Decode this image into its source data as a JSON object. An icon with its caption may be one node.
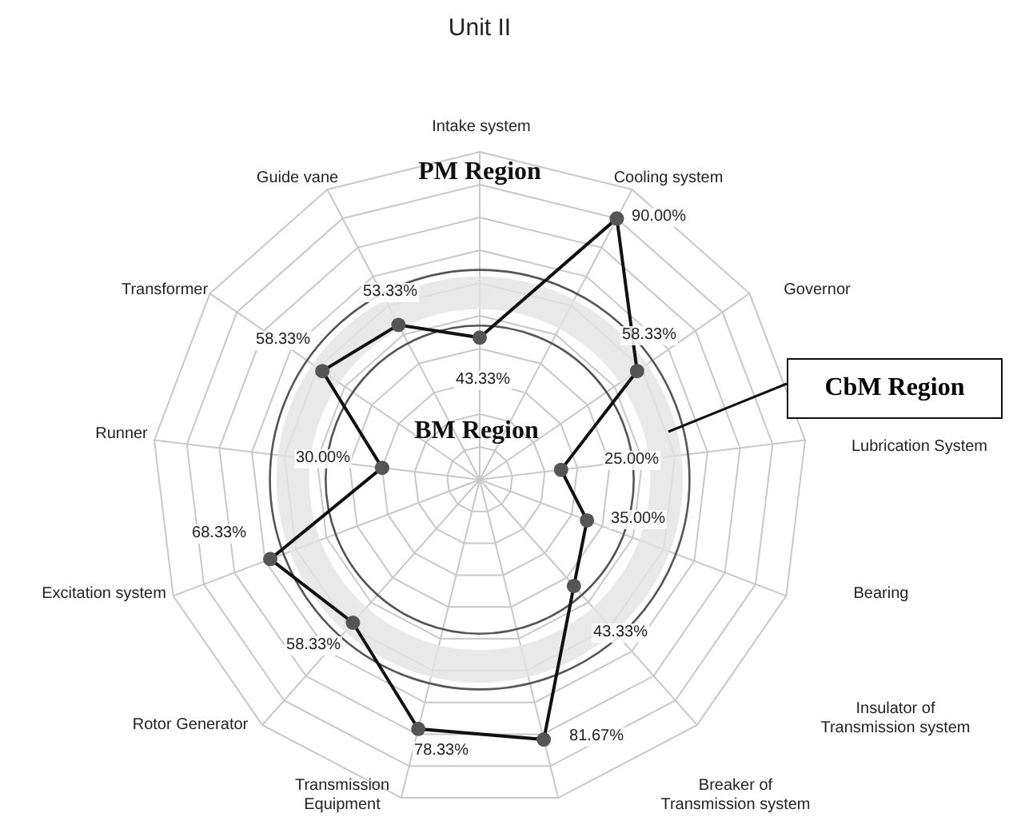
{
  "diagram": {
    "title": "Unit II",
    "nodes": [
      {
        "text": [
          "CbM Region"
        ]
      },
      {
        "text": [],
        "shape": "ring"
      }
    ],
    "edges": [
      {
        "from": 0,
        "to": 1,
        "arrow": "none"
      }
    ],
    "labels": [
      "Intake system",
      "43.33%",
      "Cooling system",
      "90.00%",
      "Governor",
      "58.33%",
      "Lubrication System",
      "25.00%",
      "Bearing",
      "35.00%",
      "Insulator of Transmission system",
      "43.33%",
      "Breaker of Transmission system",
      "81.67%",
      "Transmission Equipment",
      "78.33%",
      "Rotor Generator",
      "58.33%",
      "Excitation system",
      "68.33%",
      "Runner",
      "30.00%",
      "Transformer",
      "58.33%",
      "Guide vane",
      "53.33%",
      "PM Region",
      "BM Region"
    ]
  }
}
